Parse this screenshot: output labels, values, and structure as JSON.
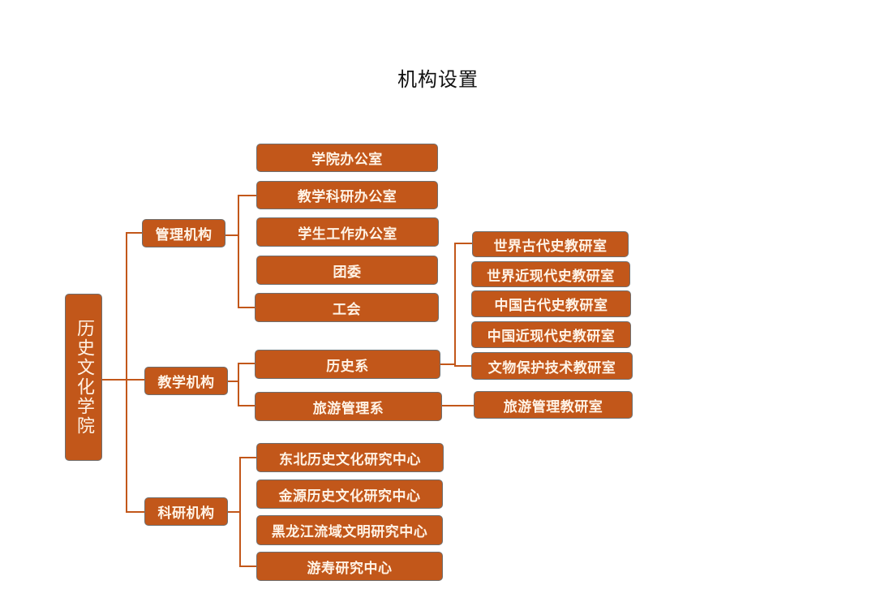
{
  "title": "机构设置",
  "root": {
    "label": "历史文化学院"
  },
  "branches": [
    {
      "label": "管理机构",
      "children": [
        {
          "label": "学院办公室"
        },
        {
          "label": "教学科研办公室"
        },
        {
          "label": "学生工作办公室"
        },
        {
          "label": "团委"
        },
        {
          "label": "工会"
        }
      ]
    },
    {
      "label": "教学机构",
      "children": [
        {
          "label": "历史系",
          "children": [
            {
              "label": "世界古代史教研室"
            },
            {
              "label": "世界近现代史教研室"
            },
            {
              "label": "中国古代史教研室"
            },
            {
              "label": "中国近现代史教研室"
            },
            {
              "label": "文物保护技术教研室"
            }
          ]
        },
        {
          "label": "旅游管理系",
          "children": [
            {
              "label": "旅游管理教研室"
            }
          ]
        }
      ]
    },
    {
      "label": "科研机构",
      "children": [
        {
          "label": "东北历史文化研究中心"
        },
        {
          "label": "金源历史文化研究中心"
        },
        {
          "label": "黑龙江流域文明研究中心"
        },
        {
          "label": "游寿研究中心"
        }
      ]
    }
  ],
  "colors": {
    "box_fill": "#c2571a",
    "box_border": "#6f6f6f",
    "text": "#fff3e6",
    "line": "#c2571a"
  }
}
